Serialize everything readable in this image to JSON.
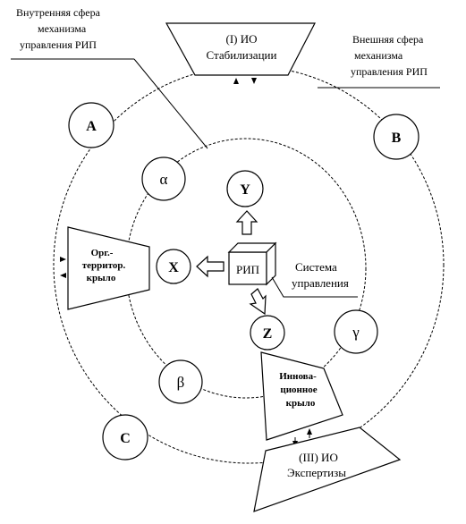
{
  "labels": {
    "inner_sphere": [
      "Внутренняя сфера",
      "механизма",
      "управления РИП"
    ],
    "outer_sphere": [
      "Внешняя сфера",
      "механизма",
      "управления РИП"
    ],
    "control_system": [
      "Система",
      "управления"
    ]
  },
  "blocks": {
    "stabilization": [
      "(I) ИО",
      "Стабилизации"
    ],
    "expertise": [
      "(III) ИО",
      "Экспертизы"
    ],
    "org_territorial": [
      "Орг.-",
      "территор.",
      "крыло"
    ],
    "innovation": [
      "Иннова-",
      "ционное",
      "крыло"
    ],
    "rip": "РИП"
  },
  "nodes": {
    "A": "A",
    "B": "B",
    "C": "C",
    "alpha": "α",
    "beta": "β",
    "gamma": "γ",
    "X": "X",
    "Y": "Y",
    "Z": "Z"
  }
}
